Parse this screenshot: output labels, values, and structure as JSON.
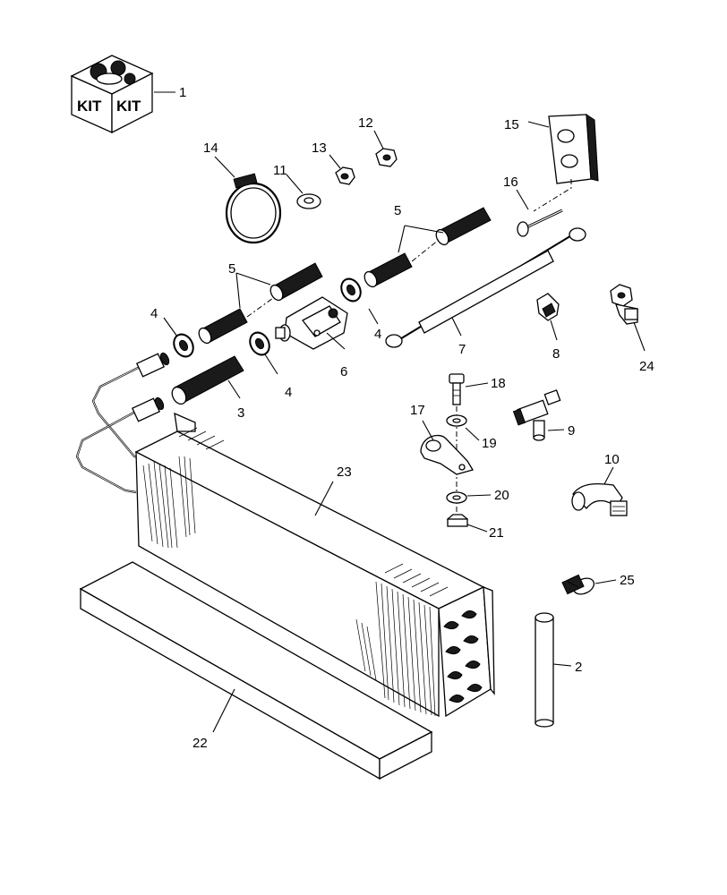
{
  "kit_box": {
    "labels": [
      "KIT",
      "KIT"
    ]
  },
  "callouts": [
    {
      "id": "c1",
      "text": "1"
    },
    {
      "id": "c2",
      "text": "2"
    },
    {
      "id": "c3",
      "text": "3"
    },
    {
      "id": "c4a",
      "text": "4"
    },
    {
      "id": "c4b",
      "text": "4"
    },
    {
      "id": "c4c",
      "text": "4"
    },
    {
      "id": "c5a",
      "text": "5"
    },
    {
      "id": "c5b",
      "text": "5"
    },
    {
      "id": "c6",
      "text": "6"
    },
    {
      "id": "c7",
      "text": "7"
    },
    {
      "id": "c8",
      "text": "8"
    },
    {
      "id": "c9",
      "text": "9"
    },
    {
      "id": "c10",
      "text": "10"
    },
    {
      "id": "c11",
      "text": "11"
    },
    {
      "id": "c12",
      "text": "12"
    },
    {
      "id": "c13",
      "text": "13"
    },
    {
      "id": "c14",
      "text": "14"
    },
    {
      "id": "c15",
      "text": "15"
    },
    {
      "id": "c16",
      "text": "16"
    },
    {
      "id": "c17",
      "text": "17"
    },
    {
      "id": "c18",
      "text": "18"
    },
    {
      "id": "c19",
      "text": "19"
    },
    {
      "id": "c20",
      "text": "20"
    },
    {
      "id": "c21",
      "text": "21"
    },
    {
      "id": "c22",
      "text": "22"
    },
    {
      "id": "c23",
      "text": "23"
    },
    {
      "id": "c24",
      "text": "24"
    },
    {
      "id": "c25",
      "text": "25"
    }
  ]
}
